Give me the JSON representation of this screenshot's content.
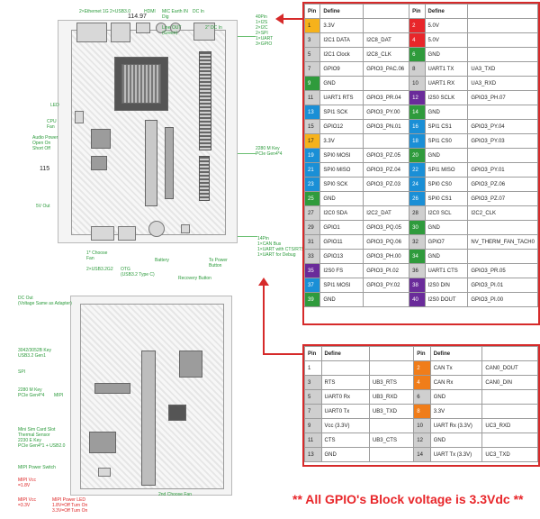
{
  "top_board": {
    "dim_width": "114.97",
    "dim_height": "115",
    "labels": {
      "ethernet": "2×Ethernet 1G 2×USB3.0",
      "hdmi": "HDMI",
      "mic": "MIC Earth IN Dig",
      "dc_in_top": "DC In",
      "line_out": "Line OUT (Green)",
      "dc_in_right": "2\" DC In",
      "pin_40": "40Pin\n1×I2S\n2×I2C\n2×SPI\n1×UART\n3×GPIO",
      "leds": "LED",
      "cpu_fan": "CPU\nFan",
      "audio_power": "Audio Power\nOpen On\nShort Off",
      "key_5v": "5V Out",
      "m2_key_e": "2280 M Key\nPCIe Gen4*4",
      "choose_fan": "1* Choose\nFan",
      "usb_3": "2×USB3.2G2",
      "otg": "OTG\n(USB3.2 Type C)",
      "battery": "Battery",
      "recovery": "Recovery Button",
      "power_btn": "To Power\nButton",
      "pin_14": "14Pin\n1×CAN Bus\n1×UART with CTS/RTS\n1×UART for Debug"
    }
  },
  "bottom_board": {
    "labels": {
      "dc_out": "DC Out\n(Voltage Same as Adapter)",
      "m2_key_b": "3042/3052B Key\nUSB3.2 Gen1",
      "spi": "SPI",
      "m_key": "2280 M Key\nPCIe Gen4*4",
      "mipi": "MIPI",
      "mini_sim": "Mini Sim Card Slot\nThermal Sensor\n2230 E Key\nPCIe Gen4*1 + USB2.0",
      "mipi_power": "MIPI Power Switch",
      "mipi_18": "MIPI Vcc\n=1.8V",
      "mipi_33": "MIPI Vcc\n=3.3V",
      "mipi_led": "MIPI Power LED\n1.8V=Off Turn On\n3.3V=Off Turn On",
      "choose_fan2": "2nd Choose Fan"
    }
  },
  "colors": {
    "red": "#e8262a",
    "yellow": "#f6b21b",
    "green": "#2f9b3c",
    "blue": "#1a8fd6",
    "purple": "#6a2b9a",
    "orange": "#f07d1a",
    "grey": "#cfcfcf",
    "black": "#222222"
  },
  "gpio_table": {
    "headers": [
      "Pin",
      "Define",
      "",
      "Pin",
      "Define",
      ""
    ],
    "rows": [
      {
        "lp": "1",
        "lc": "yellow",
        "ld": "3.3V",
        "lx": "",
        "rp": "2",
        "rc": "red",
        "rd": "5.0V",
        "rx": ""
      },
      {
        "lp": "3",
        "lc": "grey",
        "ld": "I2C1 DATA",
        "lx": "I2C8_DAT",
        "rp": "4",
        "rc": "red",
        "rd": "5.0V",
        "rx": ""
      },
      {
        "lp": "5",
        "lc": "grey",
        "ld": "I2C1 Clock",
        "lx": "I2C8_CLK",
        "rp": "6",
        "rc": "green",
        "rd": "GND",
        "rx": ""
      },
      {
        "lp": "7",
        "lc": "grey",
        "ld": "GPIO9",
        "lx": "GPIO3_PAC.06",
        "rp": "8",
        "rc": "grey",
        "rd": "UART1 TX",
        "rx": "UA3_TXD"
      },
      {
        "lp": "9",
        "lc": "green",
        "ld": "GND",
        "lx": "",
        "rp": "10",
        "rc": "grey",
        "rd": "UART1 RX",
        "rx": "UA3_RXD"
      },
      {
        "lp": "11",
        "lc": "grey",
        "ld": "UART1 RTS",
        "lx": "GPIO3_PR.04",
        "rp": "12",
        "rc": "purple",
        "rd": "I2S0 SCLK",
        "rx": "GPIO3_PH.07"
      },
      {
        "lp": "13",
        "lc": "blue",
        "ld": "SPI1 SCK",
        "lx": "GPIO3_PY.00",
        "rp": "14",
        "rc": "green",
        "rd": "GND",
        "rx": ""
      },
      {
        "lp": "15",
        "lc": "grey",
        "ld": "GPIO12",
        "lx": "GPIO3_PN.01",
        "rp": "16",
        "rc": "blue",
        "rd": "SPI1 CS1",
        "rx": "GPIO3_PY.04"
      },
      {
        "lp": "17",
        "lc": "yellow",
        "ld": "3.3V",
        "lx": "",
        "rp": "18",
        "rc": "blue",
        "rd": "SPI1 CS0",
        "rx": "GPIO3_PY.03"
      },
      {
        "lp": "19",
        "lc": "blue",
        "ld": "SPI0 MOSI",
        "lx": "GPIO3_PZ.05",
        "rp": "20",
        "rc": "green",
        "rd": "GND",
        "rx": ""
      },
      {
        "lp": "21",
        "lc": "blue",
        "ld": "SPI0 MISO",
        "lx": "GPIO3_PZ.04",
        "rp": "22",
        "rc": "blue",
        "rd": "SPI1 MISO",
        "rx": "GPIO3_PY.01"
      },
      {
        "lp": "23",
        "lc": "blue",
        "ld": "SPI0 SCK",
        "lx": "GPIO3_PZ.03",
        "rp": "24",
        "rc": "blue",
        "rd": "SPI0 CS0",
        "rx": "GPIO3_PZ.06"
      },
      {
        "lp": "25",
        "lc": "green",
        "ld": "GND",
        "lx": "",
        "rp": "26",
        "rc": "blue",
        "rd": "SPI0 CS1",
        "rx": "GPIO3_PZ.07"
      },
      {
        "lp": "27",
        "lc": "grey",
        "ld": "I2C0 SDA",
        "lx": "I2C2_DAT",
        "rp": "28",
        "rc": "grey",
        "rd": "I2C0 SCL",
        "rx": "I2C2_CLK"
      },
      {
        "lp": "29",
        "lc": "grey",
        "ld": "GPIO1",
        "lx": "GPIO3_PQ.05",
        "rp": "30",
        "rc": "green",
        "rd": "GND",
        "rx": ""
      },
      {
        "lp": "31",
        "lc": "grey",
        "ld": "GPIO11",
        "lx": "GPIO3_PQ.06",
        "rp": "32",
        "rc": "grey",
        "rd": "GPIO7",
        "rx": "NV_THERM_FAN_TACH0"
      },
      {
        "lp": "33",
        "lc": "grey",
        "ld": "GPIO13",
        "lx": "GPIO3_PH.00",
        "rp": "34",
        "rc": "green",
        "rd": "GND",
        "rx": ""
      },
      {
        "lp": "35",
        "lc": "purple",
        "ld": "I2S0 FS",
        "lx": "GPIO3_PI.02",
        "rp": "36",
        "rc": "grey",
        "rd": "UART1 CTS",
        "rx": "GPIO3_PR.05"
      },
      {
        "lp": "37",
        "lc": "blue",
        "ld": "SPI1 MOSI",
        "lx": "GPIO3_PY.02",
        "rp": "38",
        "rc": "purple",
        "rd": "I2S0 DIN",
        "rx": "GPIO3_PI.01"
      },
      {
        "lp": "39",
        "lc": "green",
        "ld": "GND",
        "lx": "",
        "rp": "40",
        "rc": "purple",
        "rd": "I2S0 DOUT",
        "rx": "GPIO3_PI.00"
      }
    ]
  },
  "can_table": {
    "headers": [
      "Pin",
      "Define",
      "",
      "Pin",
      "Define",
      ""
    ],
    "rows": [
      {
        "lp": "1",
        "lc": "none",
        "ld": "",
        "lx": "",
        "rp": "2",
        "rc": "orange",
        "rd": "CAN Tx",
        "rx": "CAN0_DOUT"
      },
      {
        "lp": "3",
        "lc": "grey",
        "ld": "RTS",
        "lx": "UB3_RTS",
        "rp": "4",
        "rc": "orange",
        "rd": "CAN Rx",
        "rx": "CAN0_DIN"
      },
      {
        "lp": "5",
        "lc": "grey",
        "ld": "UART0 Rx",
        "lx": "UB3_RXD",
        "rp": "6",
        "rc": "grey",
        "rd": "GND",
        "rx": ""
      },
      {
        "lp": "7",
        "lc": "grey",
        "ld": "UART0 Tx",
        "lx": "UB3_TXD",
        "rp": "8",
        "rc": "orange",
        "rd": "3.3V",
        "rx": ""
      },
      {
        "lp": "9",
        "lc": "grey",
        "ld": "Vcc (3.3V)",
        "lx": "",
        "rp": "10",
        "rc": "grey",
        "rd": "UART Rx (3.3V)",
        "rx": "UC3_RXD"
      },
      {
        "lp": "11",
        "lc": "grey",
        "ld": "CTS",
        "lx": "UB3_CTS",
        "rp": "12",
        "rc": "grey",
        "rd": "GND",
        "rx": ""
      },
      {
        "lp": "13",
        "lc": "grey",
        "ld": "GND",
        "lx": "",
        "rp": "14",
        "rc": "grey",
        "rd": "UART Tx (3.3V)",
        "rx": "UC3_TXD"
      }
    ]
  },
  "footer": "** All GPIO's Block voltage is 3.3Vdc **"
}
